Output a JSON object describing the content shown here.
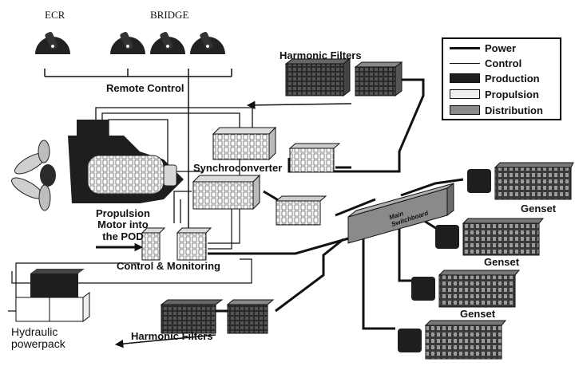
{
  "labels": {
    "ecr": "ECR",
    "bridge": "BRIDGE",
    "remote_control": "Remote Control",
    "harmonic_filters_top": "Harmonic Filters",
    "harmonic_filters_bottom": "Harmonic Filters",
    "synchroconverter": "Synchroconverter",
    "propulsion_motor_line1": "Propulsion",
    "propulsion_motor_line2": "Motor into",
    "propulsion_motor_line3": "the POD",
    "control_monitoring": "Control & Monitoring",
    "main_switchboard_line1": "Main",
    "main_switchboard_line2": "Switchboard",
    "genset_1": "Genset",
    "genset_2": "Genset",
    "genset_3": "Genset",
    "hydraulic_line1": "Hydraulic",
    "hydraulic_line2": "powerpack"
  },
  "legend": {
    "items": [
      {
        "label": "Power",
        "style": "thick-line"
      },
      {
        "label": "Control",
        "style": "thin-line"
      },
      {
        "label": "Production",
        "style": "dark-box"
      },
      {
        "label": "Propulsion",
        "style": "light-box"
      },
      {
        "label": "Distribution",
        "style": "grey-box"
      }
    ]
  },
  "colors": {
    "production": "#1e1e1e",
    "propulsion": "#eeeeee",
    "distribution": "#8a8a8a",
    "line": "#111111"
  }
}
